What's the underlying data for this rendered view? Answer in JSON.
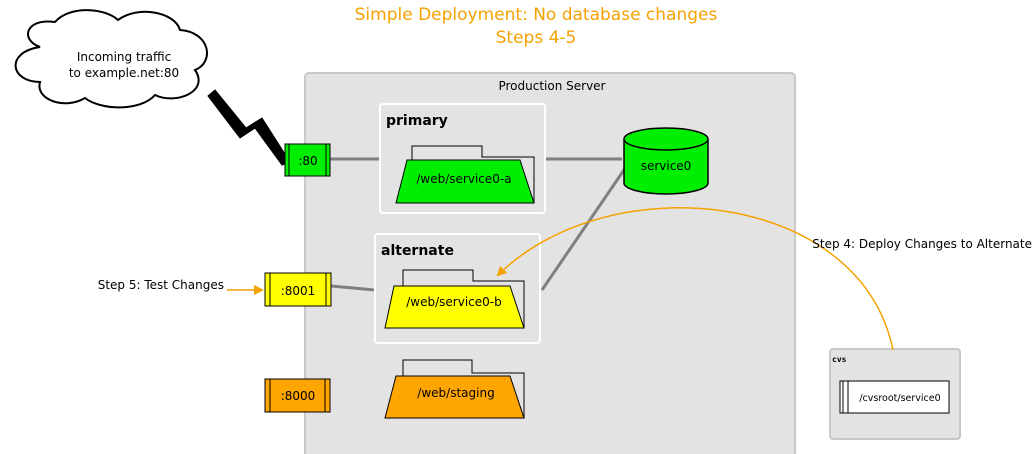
{
  "title": {
    "line1": "Simple Deployment: No database changes",
    "line2": "Steps 4-5"
  },
  "cloud": {
    "line1": "Incoming traffic",
    "line2": "to example.net:80"
  },
  "server": {
    "label": "Production Server"
  },
  "primary": {
    "label": "primary",
    "folder": "/web/service0-a"
  },
  "alternate": {
    "label": "alternate",
    "folder": "/web/service0-b"
  },
  "staging": {
    "folder": "/web/staging"
  },
  "ports": {
    "p80": ":80",
    "p8001": ":8001",
    "p8000": ":8000"
  },
  "database": {
    "label": "service0"
  },
  "cvs": {
    "label": "cvs",
    "repo": "/cvsroot/service0"
  },
  "steps": {
    "step4": "Step 4: Deploy Changes to Alternate",
    "step5": "Step 5: Test Changes"
  },
  "colors": {
    "green": "#00ee00",
    "yellow": "#ffff00",
    "orange": "#ffa500",
    "arrow": "#f5a100",
    "panel": "#e3e3e3"
  }
}
